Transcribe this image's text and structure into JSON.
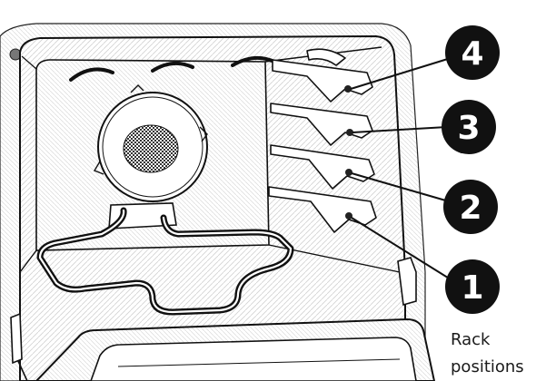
{
  "callouts": [
    {
      "number": "4",
      "label_for": "rack-position-4"
    },
    {
      "number": "3",
      "label_for": "rack-position-3"
    },
    {
      "number": "2",
      "label_for": "rack-position-2"
    },
    {
      "number": "1",
      "label_for": "rack-position-1"
    }
  ],
  "caption": {
    "line1": "Rack",
    "line2": "positions"
  },
  "colors": {
    "line": "#111111",
    "hatch": "#cfcfcf",
    "badge": "#111111",
    "background": "#ffffff"
  }
}
